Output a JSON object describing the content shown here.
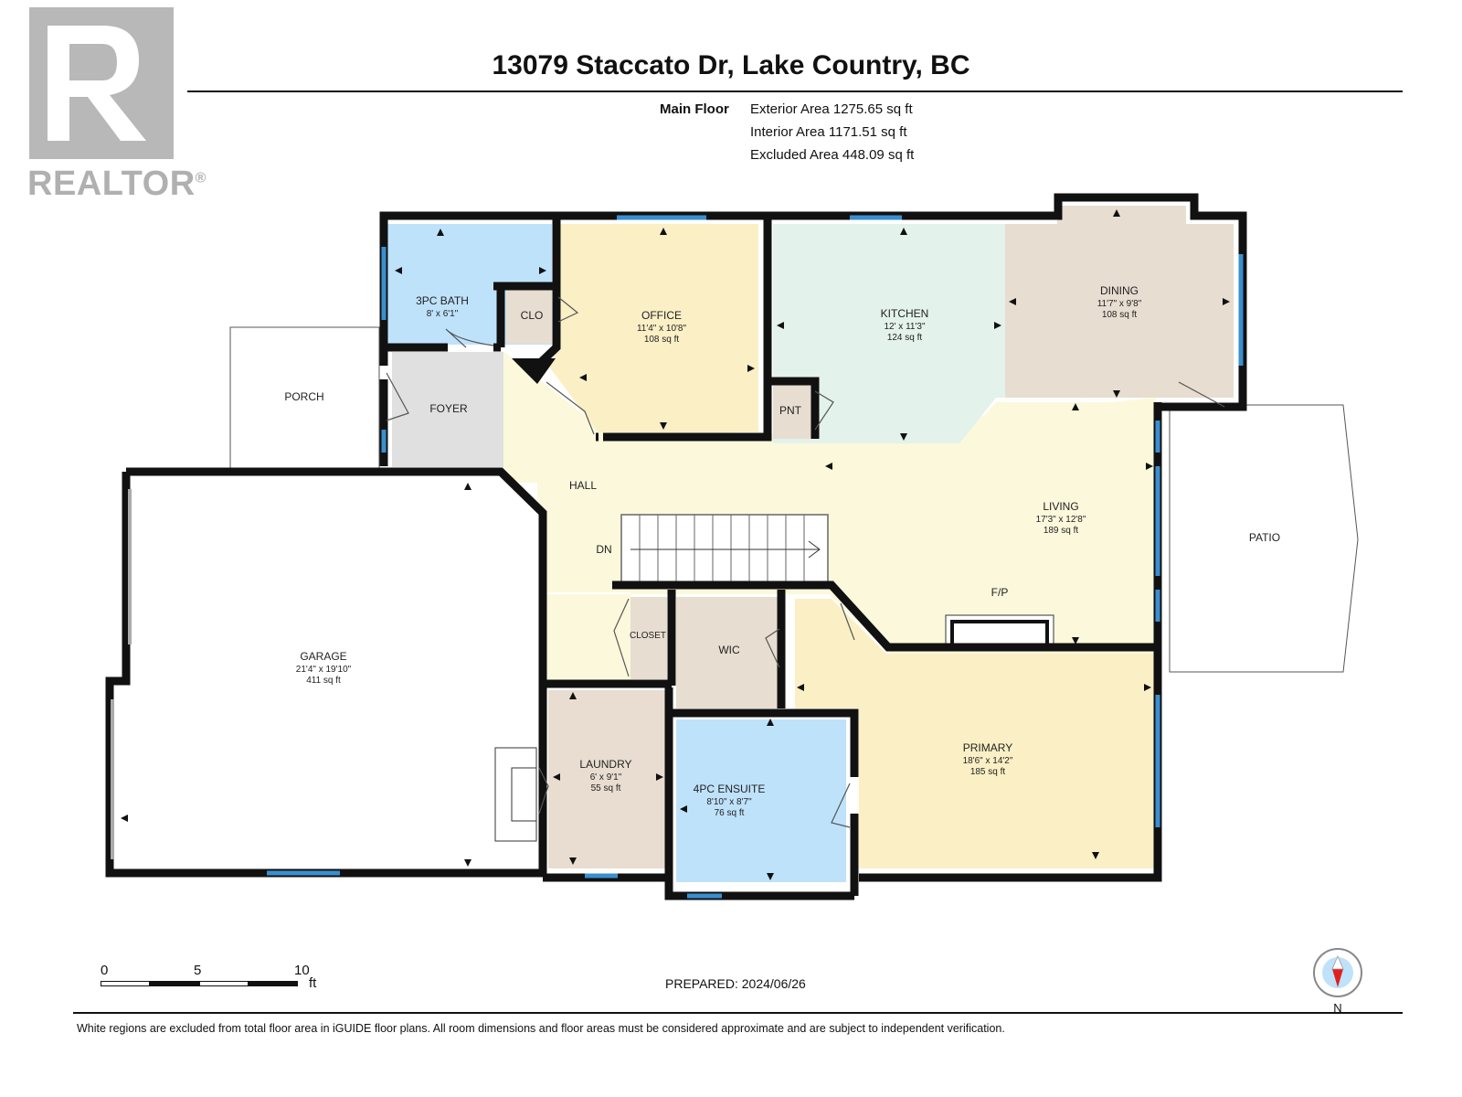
{
  "header": {
    "logo_text": "REALTOR",
    "logo_mark": "®",
    "title": "13079 Staccato Dr, Lake Country, BC"
  },
  "summary": {
    "floor_name": "Main Floor",
    "exterior": "Exterior Area 1275.65 sq ft",
    "interior": "Interior Area 1171.51 sq ft",
    "excluded": "Excluded Area 448.09 sq ft"
  },
  "rooms": {
    "bath3": {
      "name": "3PC BATH",
      "dim": "8' x 6'1\""
    },
    "clo": {
      "name": "CLO"
    },
    "office": {
      "name": "OFFICE",
      "dim": "11'4\" x 10'8\"",
      "area": "108 sq ft"
    },
    "kitchen": {
      "name": "KITCHEN",
      "dim": "12' x 11'3\"",
      "area": "124 sq ft"
    },
    "dining": {
      "name": "DINING",
      "dim": "11'7\" x 9'8\"",
      "area": "108 sq ft"
    },
    "porch": {
      "name": "PORCH"
    },
    "foyer": {
      "name": "FOYER"
    },
    "pnt": {
      "name": "PNT"
    },
    "hall": {
      "name": "HALL"
    },
    "dn": {
      "name": "DN"
    },
    "living": {
      "name": "LIVING",
      "dim": "17'3\" x 12'8\"",
      "area": "189 sq ft"
    },
    "fp": {
      "name": "F/P"
    },
    "patio": {
      "name": "PATIO"
    },
    "garage": {
      "name": "GARAGE",
      "dim": "21'4\" x 19'10\"",
      "area": "411 sq ft"
    },
    "closet": {
      "name": "CLOSET"
    },
    "wic": {
      "name": "WIC"
    },
    "laundry": {
      "name": "LAUNDRY",
      "dim": "6' x 9'1\"",
      "area": "55 sq ft"
    },
    "ensuite": {
      "name": "4PC ENSUITE",
      "dim": "8'10\" x 8'7\"",
      "area": "76 sq ft"
    },
    "primary": {
      "name": "PRIMARY",
      "dim": "18'6\" x 14'2\"",
      "area": "185 sq ft"
    }
  },
  "colors": {
    "wall": "#111111",
    "window": "#3a8fd0",
    "bath": "#bfe2fb",
    "office": "#fbefc6",
    "kitchen": "#e3f2ea",
    "dining": "#e7ddd0",
    "foyer": "#e0e0e0",
    "hall": "#fcf8dc",
    "laundry": "#e8ddd0",
    "primary": "#fbf0c5"
  },
  "scale": {
    "label0": "0",
    "label5": "5",
    "label10": "10",
    "unit": "ft"
  },
  "footer": {
    "prepared": "PREPARED: 2024/06/26",
    "disclaimer": "White regions are excluded from total floor area in iGUIDE floor plans. All room dimensions and floor areas must be considered approximate and are subject to independent verification.",
    "compass_label": "N",
    "compass_icon": "compass-icon"
  }
}
